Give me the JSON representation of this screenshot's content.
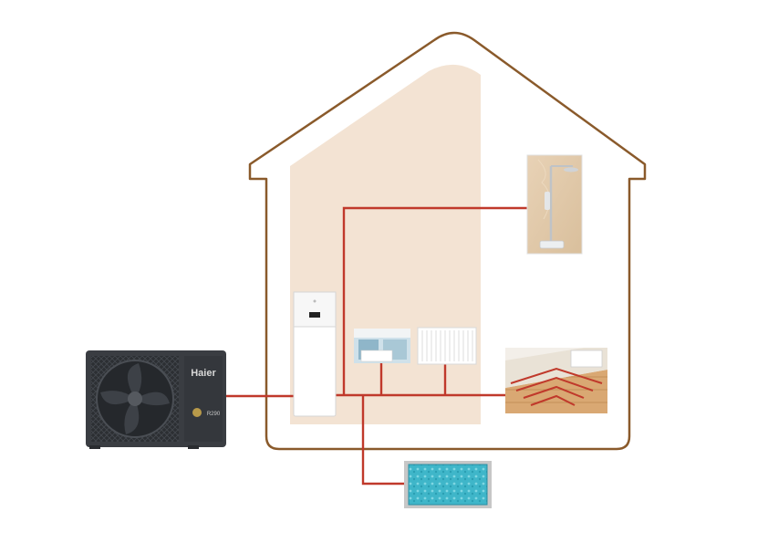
{
  "outdoor_unit": {
    "brand": "Haier",
    "badge_text": "R290",
    "icon": "heat-pump-outdoor-unit-icon"
  },
  "components": [
    {
      "name": "indoor-tank-unit",
      "icon": "indoor-hydrobox-icon"
    },
    {
      "name": "shower",
      "icon": "shower-icon"
    },
    {
      "name": "fan-coil",
      "icon": "fan-coil-icon"
    },
    {
      "name": "radiator",
      "icon": "radiator-icon"
    },
    {
      "name": "underfloor-heating",
      "icon": "underfloor-heating-icon"
    },
    {
      "name": "swimming-pool",
      "icon": "swimming-pool-icon"
    }
  ],
  "colors": {
    "house_outline": "#8a5a2b",
    "house_fill": "#f3e3d3",
    "pipe": "#c0392b",
    "unit_body": "#3a3d42",
    "pool_water": "#3fb6c9"
  }
}
